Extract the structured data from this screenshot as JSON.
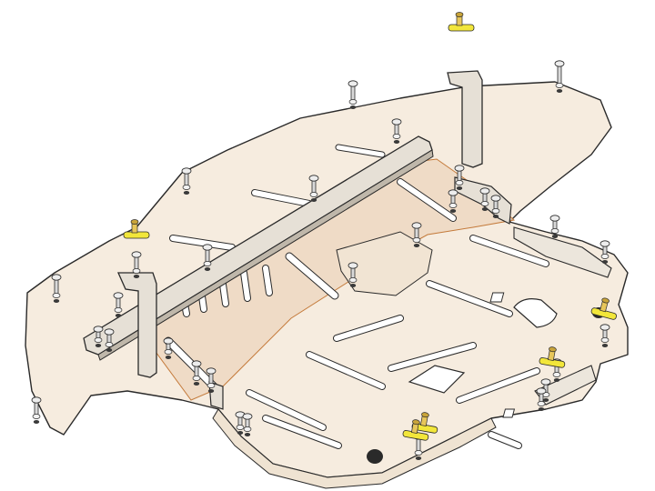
{
  "drawing": {
    "subject": "skid-plate-assembly",
    "colors": {
      "background": "#ffffff",
      "plate_fill": "#f6ecdf",
      "plate_stroke": "#2a2a2a",
      "highlight_fill": "#ecd6bd",
      "highlight_stroke": "#c47a3a",
      "bracket_fill": "#e6e0d6",
      "bolt_fill": "#ededed",
      "yellow_clip": "#f2e63a",
      "dark_plug": "#2a2a2a",
      "cutout_fill": "#ffffff"
    },
    "parts": {
      "main_plate": "plate",
      "crossbar": "steel-crossbar",
      "brackets": [
        "left-hanging-bracket",
        "right-hanging-bracket"
      ],
      "fastener_count": 30,
      "yellow_clip_count": 6,
      "drain_plugs": 2
    }
  }
}
